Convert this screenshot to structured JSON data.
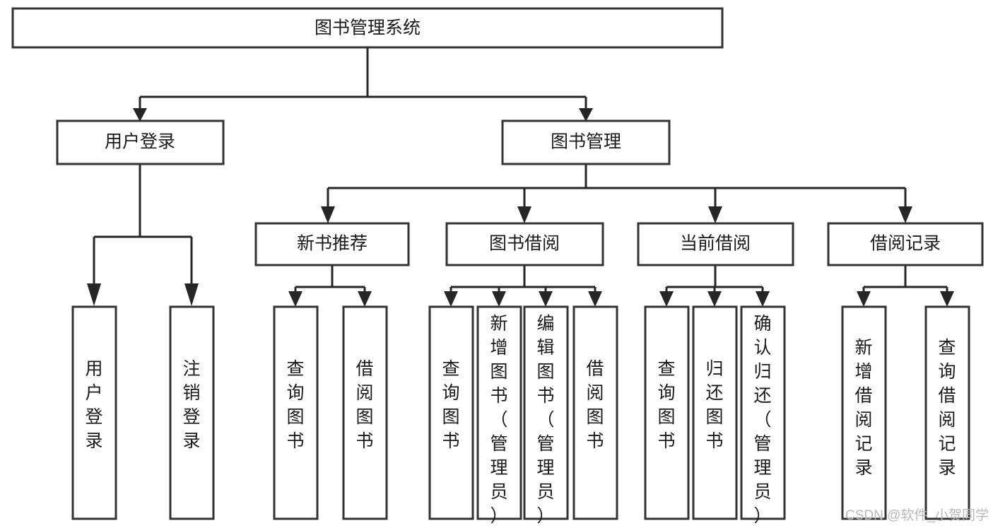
{
  "diagram": {
    "title": "图书管理系统",
    "type": "tree-hierarchy-chart",
    "root": {
      "id": "root",
      "label": "图书管理系统"
    },
    "level2": [
      {
        "id": "user-login",
        "label": "用户登录"
      },
      {
        "id": "book-management",
        "label": "图书管理"
      }
    ],
    "level3": [
      {
        "id": "new-book-recommend",
        "label": "新书推荐"
      },
      {
        "id": "book-borrow",
        "label": "图书借阅"
      },
      {
        "id": "current-borrow",
        "label": "当前借阅"
      },
      {
        "id": "borrow-record",
        "label": "借阅记录"
      }
    ],
    "leaves": {
      "user-login": [
        {
          "id": "leaf-user-login",
          "label": "用户登录"
        },
        {
          "id": "leaf-logout-login",
          "label": "注销登录"
        }
      ],
      "new-book-recommend": [
        {
          "id": "leaf-query-book-1",
          "label": "查询图书"
        },
        {
          "id": "leaf-borrow-book-1",
          "label": "借阅图书"
        }
      ],
      "book-borrow": [
        {
          "id": "leaf-query-book-2",
          "label": "查询图书"
        },
        {
          "id": "leaf-add-book",
          "label": "新增图书（管理员）"
        },
        {
          "id": "leaf-edit-book",
          "label": "编辑图书（管理员）"
        },
        {
          "id": "leaf-borrow-book-2",
          "label": "借阅图书"
        }
      ],
      "current-borrow": [
        {
          "id": "leaf-query-book-3",
          "label": "查询图书"
        },
        {
          "id": "leaf-return-book",
          "label": "归还图书"
        },
        {
          "id": "leaf-confirm-return",
          "label": "确认归还（管理员）"
        }
      ],
      "borrow-record": [
        {
          "id": "leaf-add-borrow-record",
          "label": "新增借阅记录"
        },
        {
          "id": "leaf-query-borrow-record",
          "label": "查询借阅记录"
        }
      ]
    }
  },
  "watermark": {
    "text": "CSDN @软件_小贺同学"
  },
  "colors": {
    "box_stroke": "#333333",
    "connector": "#262626",
    "text": "#1a1a1a",
    "background": "#ffffff",
    "watermark": "#b8b8b8"
  }
}
